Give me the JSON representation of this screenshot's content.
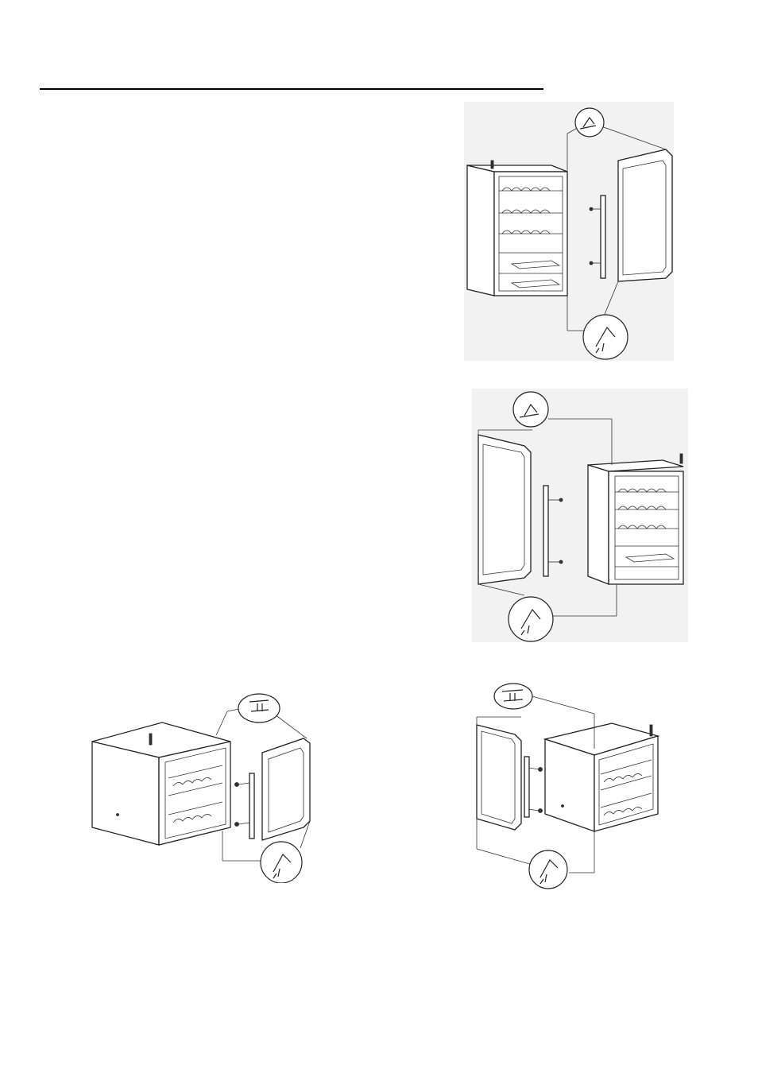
{
  "page": {
    "figures": [
      {
        "name": "figure-1"
      },
      {
        "name": "figure-2"
      },
      {
        "name": "figure-3"
      },
      {
        "name": "figure-4"
      }
    ]
  }
}
